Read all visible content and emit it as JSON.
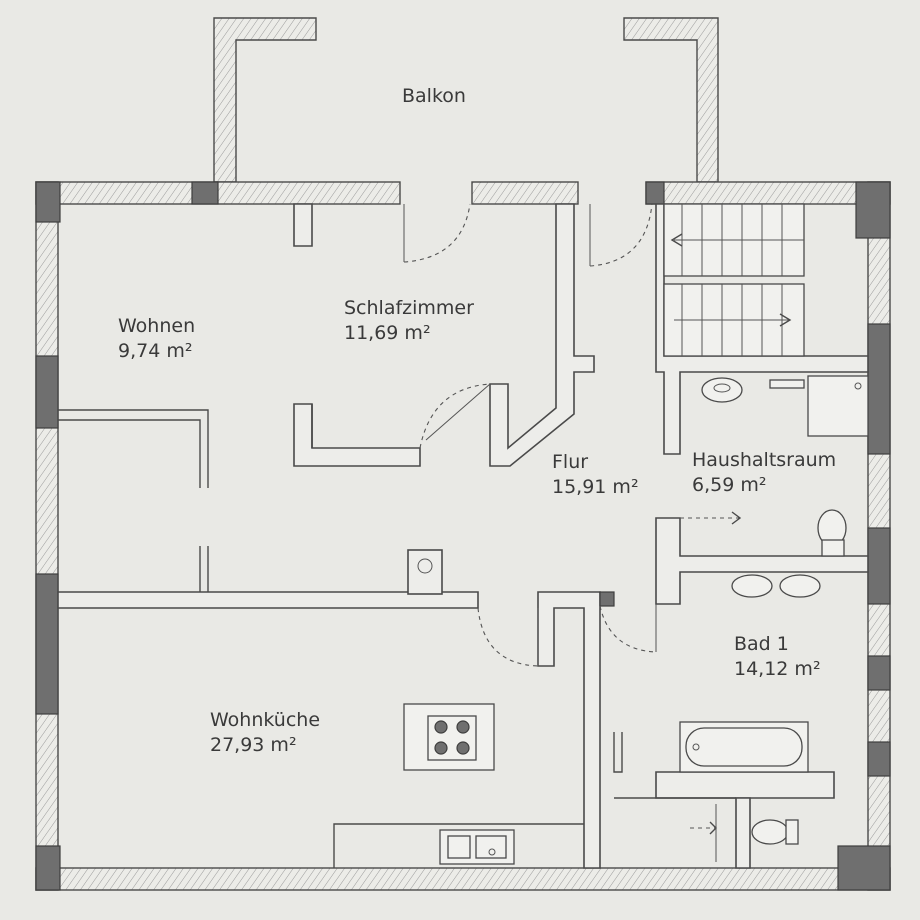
{
  "rooms": {
    "balkon": {
      "name": "Balkon"
    },
    "wohnen": {
      "name": "Wohnen",
      "area": "9,74 m²"
    },
    "schlafzimmer": {
      "name": "Schlafzimmer",
      "area": "11,69 m²"
    },
    "flur": {
      "name": "Flur",
      "area": "15,91 m²"
    },
    "haushaltsraum": {
      "name": "Haushaltsraum",
      "area": "6,59 m²"
    },
    "bad1": {
      "name": "Bad 1",
      "area": "14,12 m²"
    },
    "wohnkueche": {
      "name": "Wohnküche",
      "area": "27,93 m²"
    }
  },
  "colors": {
    "background": "#e9e9e5",
    "wall_line": "#4a4a4a",
    "pillar": "#6f6f6f"
  }
}
